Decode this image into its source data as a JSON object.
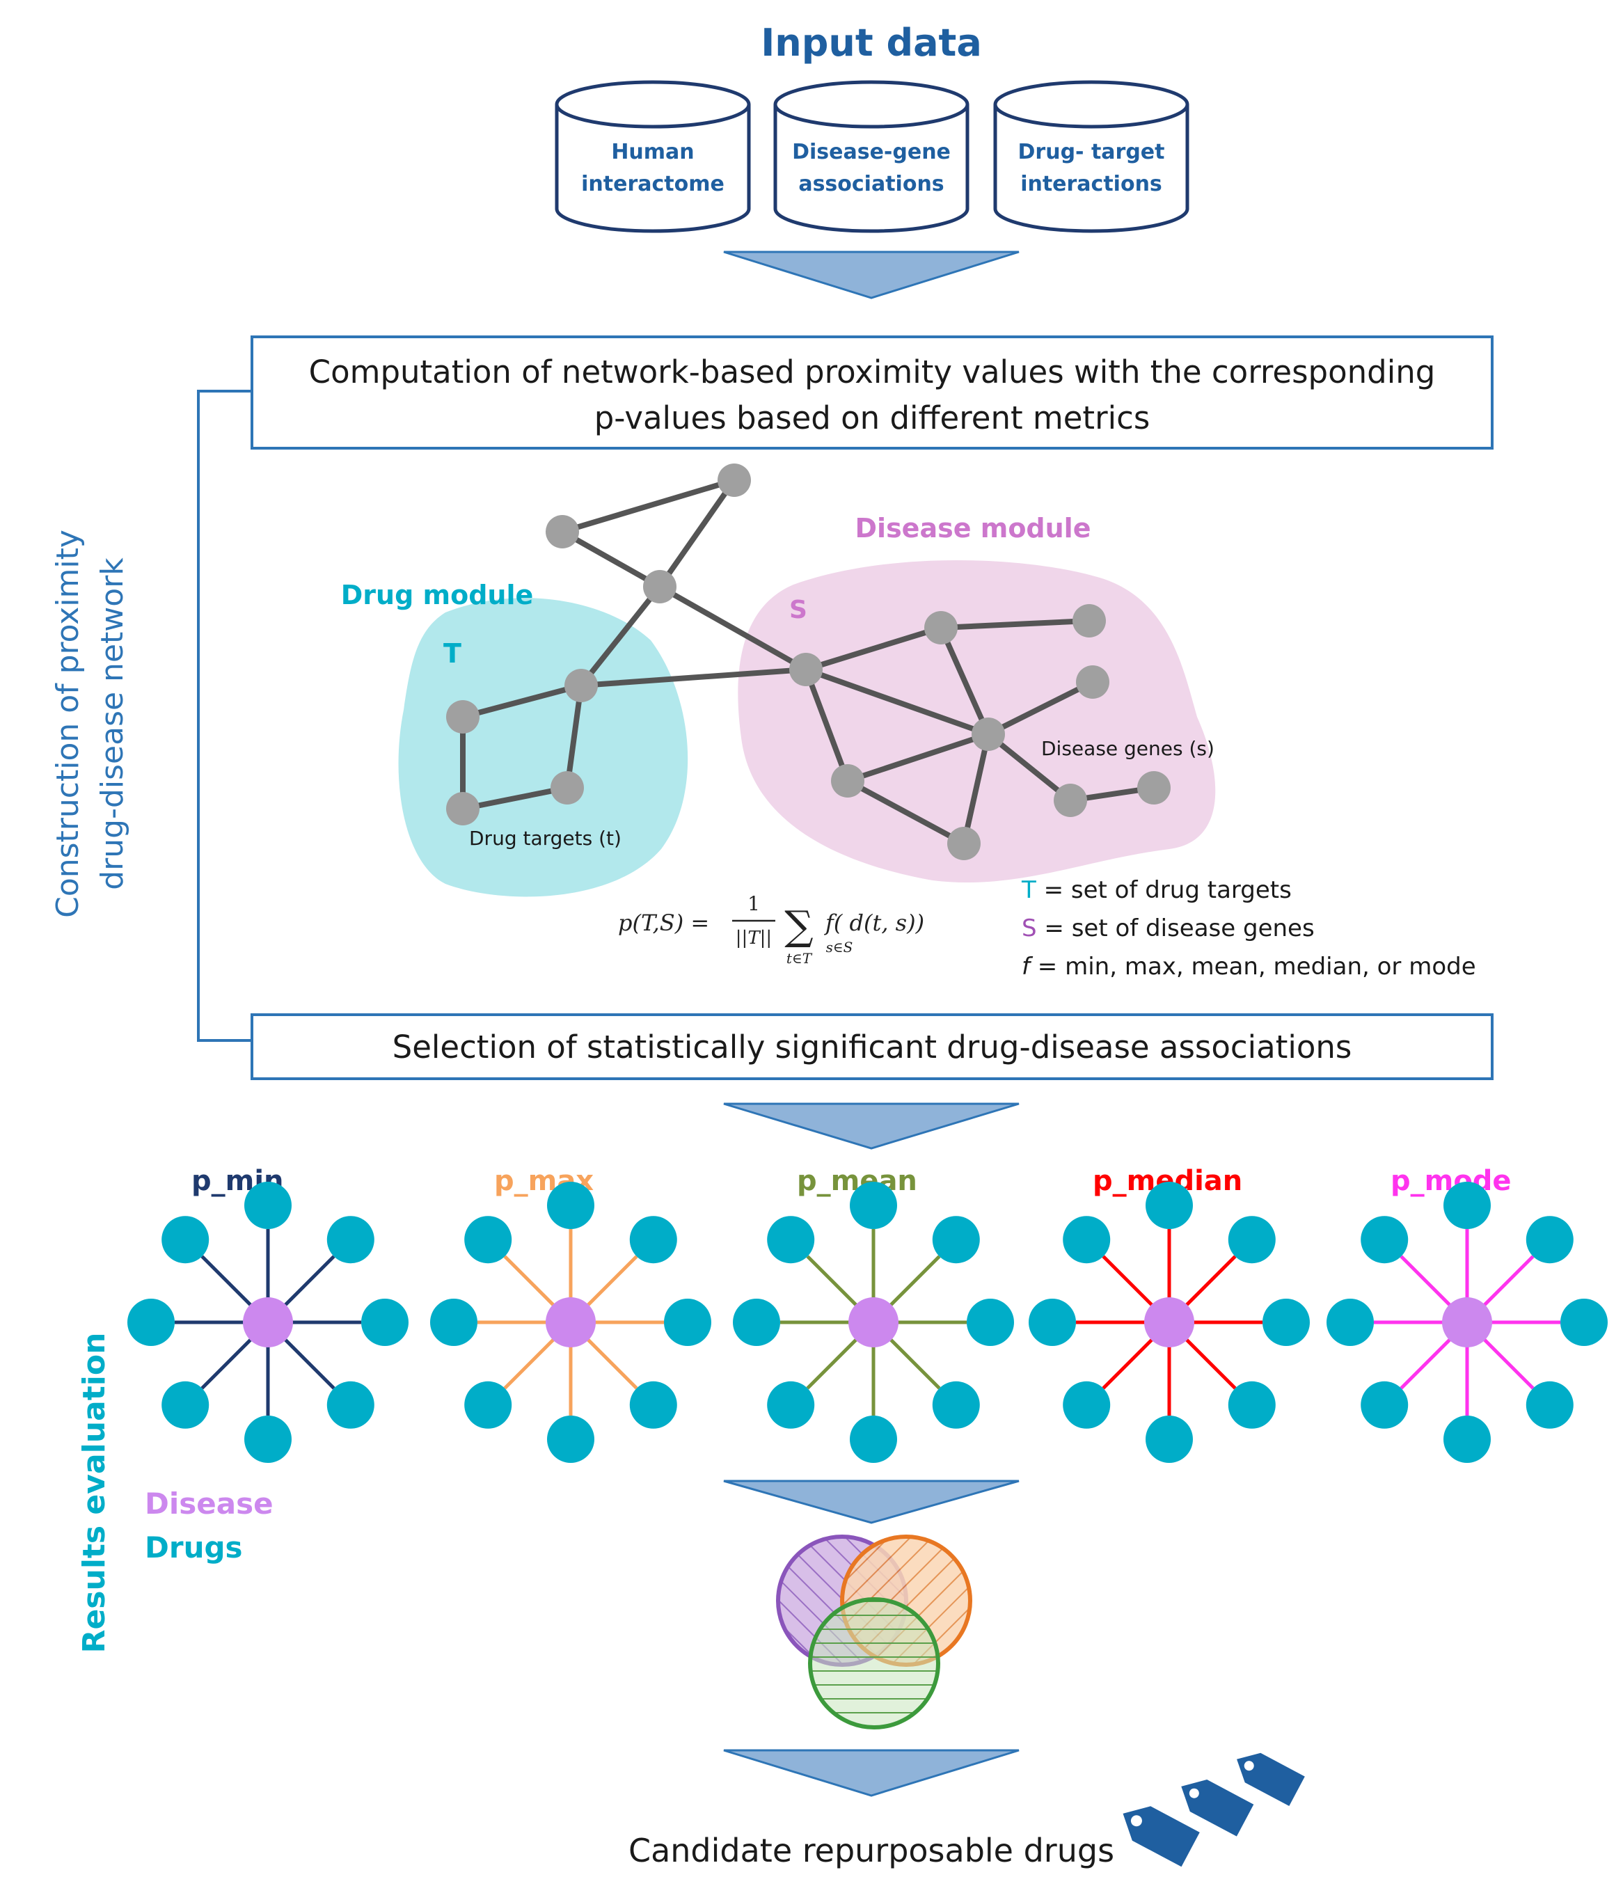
{
  "input": {
    "title": "Input data",
    "databases": [
      {
        "line1": "Human",
        "line2": "interactome"
      },
      {
        "line1": "Disease-gene",
        "line2": "associations"
      },
      {
        "line1": "Drug- target",
        "line2": "interactions"
      }
    ]
  },
  "side_labels": {
    "construction_line1": "Construction of proximity",
    "construction_line2": "drug-disease network",
    "evaluation": "Results evaluation"
  },
  "computation_box": {
    "line1": "Computation of network-based proximity values with the corresponding",
    "line2": "p-values based on different metrics"
  },
  "network": {
    "drug_module_label": "Drug module",
    "drug_module_letter": "T",
    "disease_module_label": "Disease module",
    "disease_module_letter": "S",
    "drug_targets_label": "Drug targets (t)",
    "disease_genes_label": "Disease genes (s)",
    "formula_lhs": "p(T,S) =",
    "formula_num": "1",
    "formula_den": "||T||",
    "formula_sum": "∑",
    "formula_sub_t": "t∈T",
    "formula_body": "f( d(t, s))",
    "formula_sub_s": "s∈S"
  },
  "legend": {
    "t_letter": "T",
    "t_text": " = set of drug targets",
    "s_letter": "S",
    "s_text": " = set of disease genes",
    "f_letter": "f",
    "f_text": " = min, max, mean, median, or mode"
  },
  "selection_box": {
    "text": "Selection of statistically significant drug-disease associations"
  },
  "stars": [
    {
      "label": "p_min",
      "color": "#1f3a6e"
    },
    {
      "label": "p_max",
      "color": "#f7a35c"
    },
    {
      "label": "p_mean",
      "color": "#77933c"
    },
    {
      "label": "p_median",
      "color": "#ff0000"
    },
    {
      "label": "p_mode",
      "color": "#ff33ee"
    }
  ],
  "colors": {
    "disease": "#cc88ee",
    "drug": "#00adc8",
    "arrow": "#8fb3d9",
    "box_border": "#2e75b6",
    "title": "#1f5fa0",
    "node_gray": "#a0a0a0",
    "drug_module_fill": "#b2e8ec",
    "disease_module_fill": "#f0d6ea"
  },
  "star_legend": {
    "disease": "Disease",
    "drugs": "Drugs"
  },
  "output": {
    "text": "Candidate repurposable drugs",
    "icon": "tag-icon"
  }
}
